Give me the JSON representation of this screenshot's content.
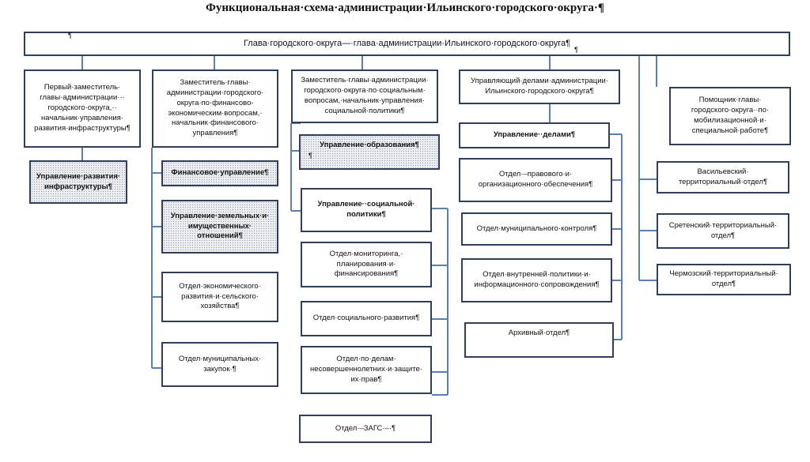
{
  "title": "Функциональная·схема·администрации·Ильинского·городского·округа·¶",
  "head": "Глава·городского·округа—·глава·администрации·Ильинского·городского·округа¶",
  "pilcrow": "¶",
  "col1": {
    "header": "Первый·заместитель· главы·администрации··· городского·округа,·· начальник·управления· развития·инфраструктуры¶",
    "units": [
      "Управление·развития· инфраструктуры¶"
    ]
  },
  "col2": {
    "header": "Заместитель·главы· администрации·городского· округа·по·финансово- экономическим·вопросам,· начальник·финансового· управления¶",
    "units": [
      "Финансовое·управление¶",
      "Управление·земельных·и· имущественных· отношений¶",
      "Отдел·экономического· развития·и·сельского· хозяйства¶",
      "Отдел·муниципальных· закупок·¶"
    ]
  },
  "col3": {
    "header": "Заместитель·главы·администрации· городского·округа·по·социальным· вопросам,·начальник·управления· социальной·политики¶",
    "units": [
      "Управление·образования¶",
      "Управление··социальной· политики¶",
      "Отдел·мониторинга,· планирования·и· финансирования¶",
      "Отдел·социального·развития¶",
      "Отдел·по·делам· несовершеннолетних·и·защите· их·прав¶",
      "Отдел·–ЗАГС·–·¶"
    ]
  },
  "col4": {
    "header": "Управляющий·делами·администрации· Ильинского·городского·округа¶",
    "units": [
      "Управление··делами¶",
      "Отдел·–правового·и· организационного·обеспечения¶",
      "Отдел·муниципального·контроля¶",
      "Отдел·внутренней·политики·и· информационного·сопровождения¶",
      "Архивный·отдел¶"
    ]
  },
  "col5": {
    "units": [
      "Помощник·главы· городского·округа··по· мобилизационной·и· специальной·работе¶",
      "Васильевский· территориальный·отдел¶",
      "Сретенский·территориальный· отдел¶",
      "Чермозский·территориальный· отдел¶"
    ]
  },
  "colors": {
    "border": "#2f3f5a",
    "connector": "#5b7fb0",
    "shade": "#eceef2"
  }
}
